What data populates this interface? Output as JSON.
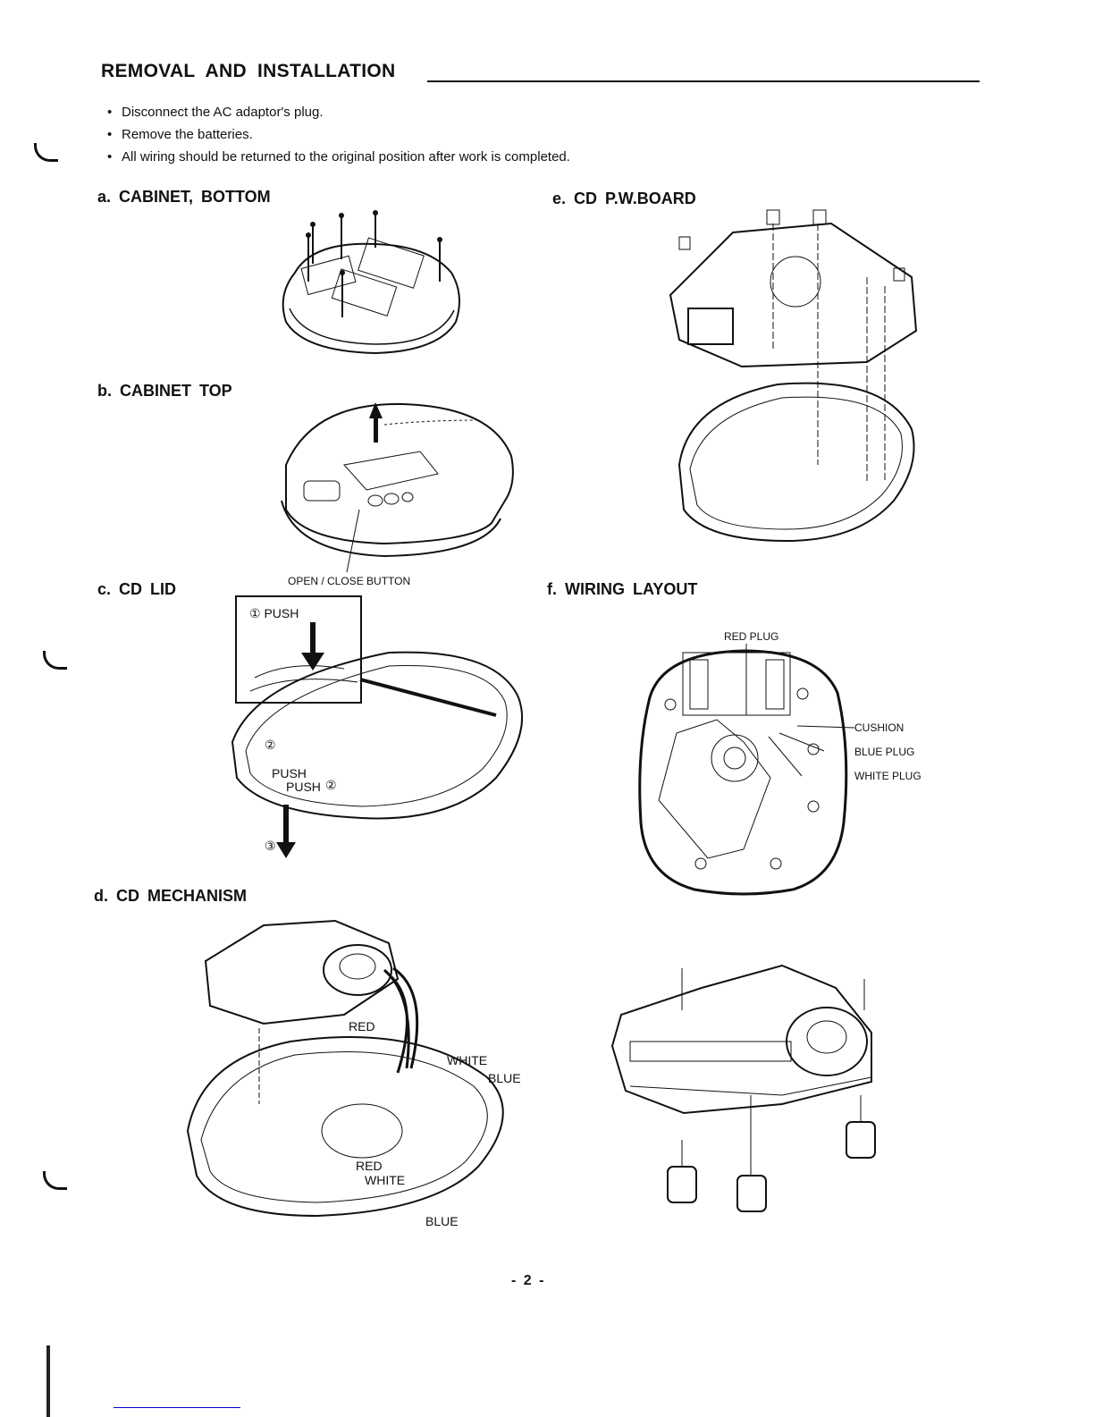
{
  "header": {
    "title": "REMOVAL AND INSTALLATION"
  },
  "notes": [
    "Disconnect the AC adaptor's plug.",
    "Remove the batteries.",
    "All wiring should be returned to the original position after work is completed."
  ],
  "sections": {
    "a": {
      "label": "a.  CABINET, BOTTOM"
    },
    "b": {
      "label": "b.  CABINET TOP",
      "callout": "OPEN / CLOSE BUTTON"
    },
    "c": {
      "label": "c.  CD  LID",
      "step1": "①  PUSH",
      "push_a": "PUSH",
      "push_b": "PUSH",
      "step2a": "②",
      "step2b": "②",
      "step3": "③"
    },
    "d": {
      "label": "d.  CD  MECHANISM",
      "wires_top": [
        "RED",
        "WHITE",
        "BLUE"
      ],
      "wires_bottom": [
        "RED",
        "WHITE",
        "BLUE"
      ]
    },
    "e": {
      "label": "e.  CD  P.W.BOARD"
    },
    "f": {
      "label": "f.  WIRING  LAYOUT",
      "callouts": [
        "RED PLUG",
        "CUSHION",
        "BLUE PLUG",
        "WHITE PLUG"
      ]
    }
  },
  "footer": {
    "page_number": "- 2 -"
  }
}
